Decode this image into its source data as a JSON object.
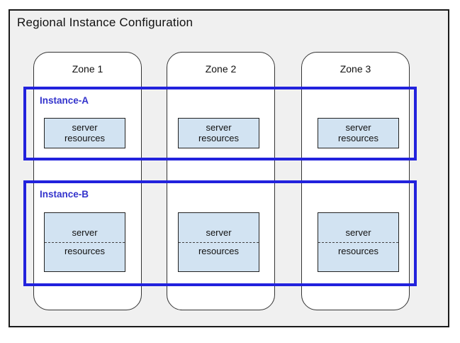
{
  "title": "Regional Instance Configuration",
  "colors": {
    "canvas_bg": "#ffffff",
    "frame_bg": "#f0f0f0",
    "frame_border": "#1a1a1a",
    "zone_bg": "#ffffff",
    "zone_border": "#333333",
    "instance_border": "#2222dd",
    "instance_label": "#3333cc",
    "server_box_bg": "#d2e3f2",
    "server_box_border": "#222222",
    "text": "#111111"
  },
  "zones": [
    {
      "label": "Zone 1"
    },
    {
      "label": "Zone 2"
    },
    {
      "label": "Zone 3"
    }
  ],
  "instances": [
    {
      "label": "Instance-A",
      "boxes": [
        {
          "line1": "server",
          "line2": "resources",
          "divided": false
        },
        {
          "line1": "server",
          "line2": "resources",
          "divided": false
        },
        {
          "line1": "server",
          "line2": "resources",
          "divided": false
        }
      ]
    },
    {
      "label": "Instance-B",
      "boxes": [
        {
          "line1": "server",
          "line2": "resources",
          "divided": true
        },
        {
          "line1": "server",
          "line2": "resources",
          "divided": true
        },
        {
          "line1": "server",
          "line2": "resources",
          "divided": true
        }
      ]
    }
  ]
}
